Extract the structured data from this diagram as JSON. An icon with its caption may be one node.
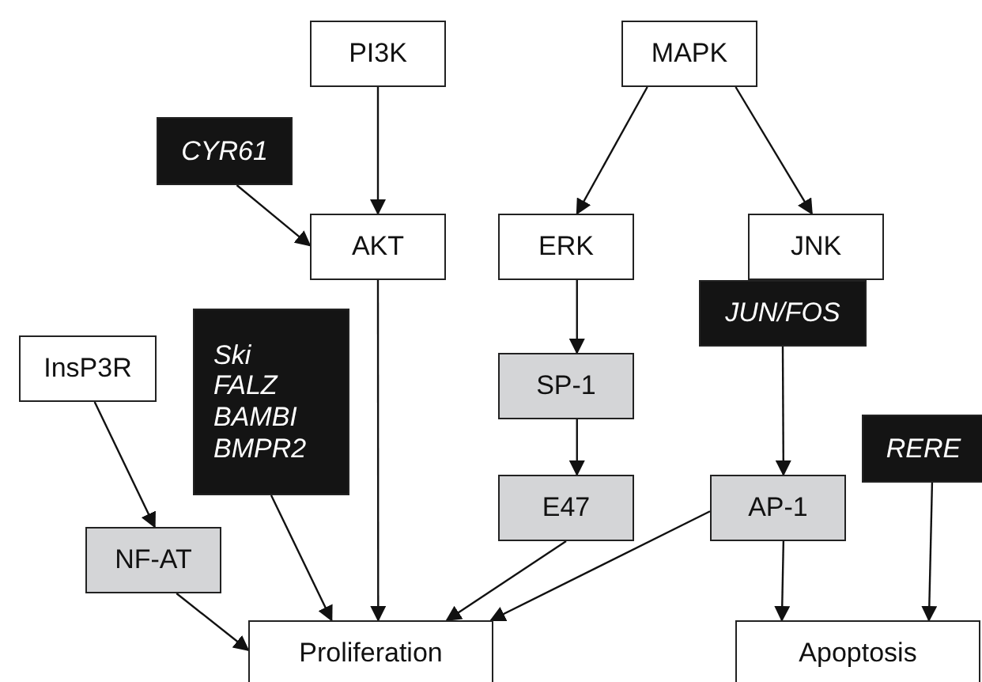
{
  "diagram": {
    "nodes": [
      {
        "text": [
          "PI3K"
        ]
      },
      {
        "text": [
          "MAPK"
        ]
      },
      {
        "text": [
          "CYR61"
        ]
      },
      {
        "text": [
          "AKT"
        ]
      },
      {
        "text": [
          "ERK"
        ]
      },
      {
        "text": [
          "JNK"
        ]
      },
      {
        "text": [
          "JUN/FOS"
        ]
      },
      {
        "text": [
          "Ski",
          "FALZ",
          "BAMBI",
          "BMPR2"
        ]
      },
      {
        "text": [
          "InsP3R"
        ]
      },
      {
        "text": [
          "SP-1"
        ]
      },
      {
        "text": [
          "RERE"
        ]
      },
      {
        "text": [
          "E47"
        ]
      },
      {
        "text": [
          "AP-1"
        ]
      },
      {
        "text": [
          "NF-AT"
        ]
      },
      {
        "text": [
          "Proliferation"
        ]
      },
      {
        "text": [
          "Apoptosis"
        ]
      }
    ],
    "edges": [
      {
        "from": 0,
        "to": 3,
        "arrow": "to"
      },
      {
        "from": 2,
        "to": 3,
        "arrow": "to"
      },
      {
        "from": 3,
        "to": 14,
        "arrow": "to"
      },
      {
        "from": 1,
        "to": 4,
        "arrow": "to"
      },
      {
        "from": 1,
        "to": 5,
        "arrow": "to"
      },
      {
        "from": 4,
        "to": 9,
        "arrow": "to"
      },
      {
        "from": 9,
        "to": 11,
        "arrow": "to"
      },
      {
        "from": 11,
        "to": 14,
        "arrow": "to"
      },
      {
        "from": 6,
        "to": 12,
        "arrow": "to"
      },
      {
        "from": 12,
        "to": 14,
        "arrow": "to"
      },
      {
        "from": 12,
        "to": 15,
        "arrow": "to"
      },
      {
        "from": 10,
        "to": 15,
        "arrow": "to"
      },
      {
        "from": 8,
        "to": 13,
        "arrow": "to"
      },
      {
        "from": 13,
        "to": 14,
        "arrow": "to"
      },
      {
        "from": 7,
        "to": 14,
        "arrow": "to"
      }
    ]
  }
}
